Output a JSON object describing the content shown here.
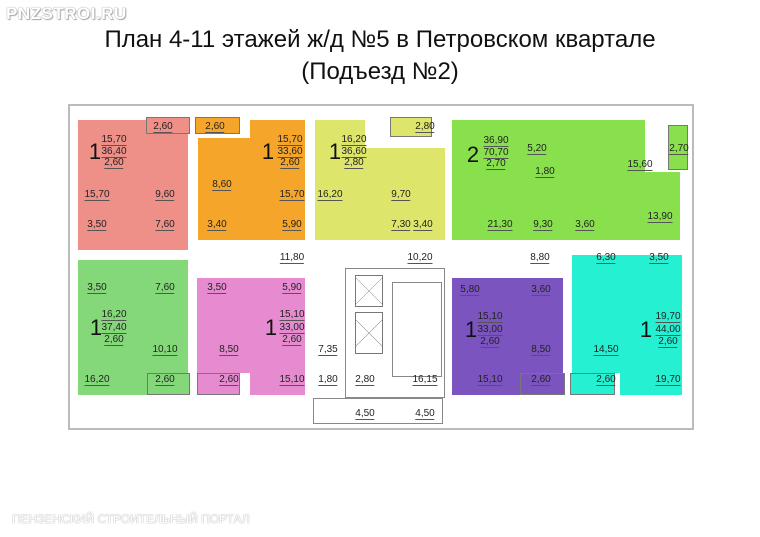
{
  "title": {
    "line1": "План 4-11 этажей ж/д №5 в Петровском квартале",
    "line2": "(Подъезд №2)"
  },
  "watermark": {
    "top": "PNZSTROI.RU",
    "bottom": "ПЕНЗЕНСКИЙ СТРОИТЕЛЬНЫЙ ПОРТАЛ"
  },
  "apartments": [
    {
      "rooms": "1",
      "living": "15,70",
      "total": "36,40",
      "height": "2,60",
      "color": "#ee8f88",
      "areas": [
        "15,70",
        "9,60",
        "3,50",
        "7,60"
      ],
      "balcony": "2,60"
    },
    {
      "rooms": "1",
      "living": "15,70",
      "total": "33,60",
      "height": "2,60",
      "color": "#f5a52a",
      "areas": [
        "8,60",
        "15,70",
        "3,40",
        "5,90"
      ],
      "balcony": "2,60"
    },
    {
      "rooms": "1",
      "living": "16,20",
      "total": "36,60",
      "height": "2,80",
      "color": "#dde66a",
      "areas": [
        "16,20",
        "9,70",
        "7,30",
        "3,40"
      ],
      "balcony": "2,80"
    },
    {
      "rooms": "2",
      "living": "36,90",
      "total": "70,70",
      "height": "2,70",
      "color": "#88e04c",
      "areas": [
        "5,20",
        "1,80",
        "15,60",
        "21,30",
        "9,30",
        "3,60",
        "13,90"
      ],
      "balcony": "2,70"
    },
    {
      "rooms": "1",
      "living": "16,20",
      "total": "37,40",
      "height": "2,60",
      "color": "#84d879",
      "areas": [
        "3,50",
        "7,60",
        "10,10",
        "16,20"
      ],
      "balcony": "2,60"
    },
    {
      "rooms": "1",
      "living": "15,10",
      "total": "33,00",
      "height": "2,60",
      "color": "#e68bd0",
      "areas": [
        "3,50",
        "5,90",
        "8,50",
        "15,10"
      ],
      "balcony": "2,60"
    },
    {
      "rooms": "1",
      "living": "15,10",
      "total": "33,00",
      "height": "2,60",
      "color": "#7b54c0",
      "areas": [
        "5,80",
        "3,60",
        "8,50",
        "15,10"
      ],
      "balcony": "2,60"
    },
    {
      "rooms": "1",
      "living": "19,70",
      "total": "44,00",
      "height": "2,60",
      "color": "#25f0d2",
      "areas": [
        "6,30",
        "3,50",
        "14,50",
        "19,70"
      ],
      "balcony": "2,60"
    }
  ],
  "common": {
    "corridor_left": "11,80",
    "corridor_mid": "10,20",
    "corridor_right": "8,80",
    "vestibule": "7,35",
    "tambour": "1,80",
    "room_a": "2,80",
    "stairs": "16,15",
    "exit_left": "4,50",
    "exit_right": "4,50"
  }
}
